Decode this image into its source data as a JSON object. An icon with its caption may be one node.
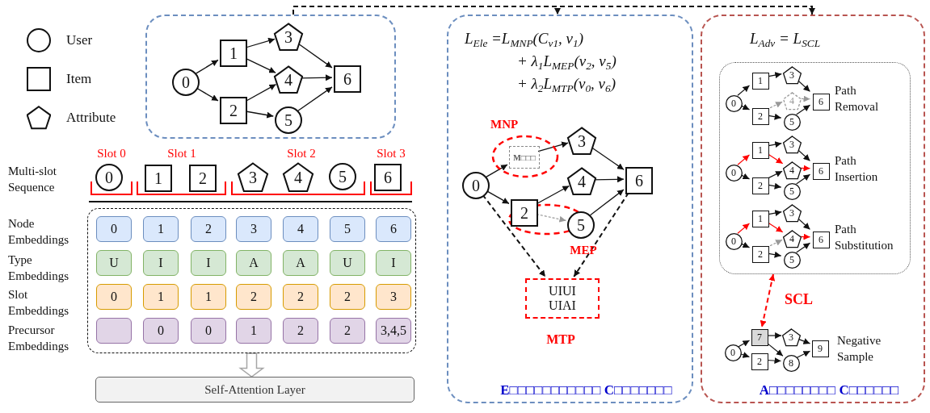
{
  "diagram": {
    "nodes": [
      {
        "text": [],
        "shape": "box"
      },
      {
        "text": [
          "0"
        ],
        "in": 0
      },
      {
        "text": [
          "1"
        ],
        "in": 0
      },
      {
        "text": [
          "2"
        ],
        "in": 0
      },
      {
        "text": [
          "3"
        ],
        "in": 0
      },
      {
        "text": [
          "4"
        ],
        "in": 0
      },
      {
        "text": [
          "5"
        ],
        "in": 0
      },
      {
        "text": [
          "6"
        ],
        "in": 0
      },
      {
        "text": [
          "E□□□□□□□□□□□ C□□□□□□□"
        ]
      },
      {
        "text": [
          "MNP"
        ],
        "in": 8
      },
      {
        "text": [
          "M□□□"
        ],
        "in": 9
      },
      {
        "text": [
          "0"
        ],
        "in": 8
      },
      {
        "text": [
          "3"
        ],
        "in": 8
      },
      {
        "text": [
          "2"
        ],
        "in": 8
      },
      {
        "text": [
          "4"
        ],
        "in": 8
      },
      {
        "text": [
          "5"
        ],
        "in": 8
      },
      {
        "text": [
          "6"
        ],
        "in": 8
      },
      {
        "text": [
          "MEP"
        ],
        "in": 8
      },
      {
        "text": [
          "UIUI UIAI"
        ],
        "beside": [
          "MTP"
        ],
        "in": 8
      },
      {
        "text": [
          "A□□□□□□□□ C□□□□□□"
        ]
      },
      {
        "text": [],
        "shape": "box",
        "in": 19
      },
      {
        "text": [
          "0"
        ],
        "in": 20
      },
      {
        "text": [
          "1"
        ],
        "in": 20
      },
      {
        "text": [
          "2"
        ],
        "in": 20
      },
      {
        "text": [
          "3"
        ],
        "in": 20
      },
      {
        "text": [
          "4"
        ],
        "in": 20
      },
      {
        "text": [
          "5"
        ],
        "in": 20
      },
      {
        "text": [
          "6"
        ],
        "in": 20
      },
      {
        "text": [
          "0"
        ],
        "in": 20
      },
      {
        "text": [
          "1"
        ],
        "in": 20
      },
      {
        "text": [
          "2"
        ],
        "in": 20
      },
      {
        "text": [
          "3"
        ],
        "in": 20
      },
      {
        "text": [
          "4"
        ],
        "in": 20
      },
      {
        "text": [
          "5"
        ],
        "in": 20
      },
      {
        "text": [
          "6"
        ],
        "in": 20
      },
      {
        "text": [
          "0"
        ],
        "in": 20
      },
      {
        "text": [
          "1"
        ],
        "in": 20
      },
      {
        "text": [
          "2"
        ],
        "in": 20
      },
      {
        "text": [
          "3"
        ],
        "in": 20
      },
      {
        "text": [
          "4"
        ],
        "in": 20
      },
      {
        "text": [
          "5"
        ],
        "in": 20
      },
      {
        "text": [
          "6"
        ],
        "in": 20
      },
      {
        "text": [
          "0"
        ],
        "in": 19
      },
      {
        "text": [
          "7"
        ],
        "in": 19
      },
      {
        "text": [
          "2"
        ],
        "in": 19
      },
      {
        "text": [
          "3"
        ],
        "in": 19
      },
      {
        "text": [
          "8"
        ],
        "in": 19
      },
      {
        "text": [
          "9"
        ],
        "in": 19
      },
      {
        "text": [
          "0"
        ]
      },
      {
        "text": [
          "1"
        ]
      },
      {
        "text": [
          "2"
        ]
      },
      {
        "text": [
          "3"
        ]
      },
      {
        "text": [
          "4"
        ]
      },
      {
        "text": [
          "5"
        ]
      },
      {
        "text": [
          "6"
        ]
      },
      {
        "text": [],
        "shape": "box"
      },
      {
        "text": [
          "0"
        ],
        "in": 55
      },
      {
        "text": [
          "1"
        ],
        "in": 55
      },
      {
        "text": [
          "2"
        ],
        "in": 55
      },
      {
        "text": [
          "3"
        ],
        "in": 55
      },
      {
        "text": [
          "4"
        ],
        "in": 55
      },
      {
        "text": [
          "5"
        ],
        "in": 55
      },
      {
        "text": [
          "6"
        ],
        "in": 55
      },
      {
        "text": [
          "U"
        ],
        "in": 55
      },
      {
        "text": [
          "I"
        ],
        "in": 55
      },
      {
        "text": [
          "I"
        ],
        "in": 55
      },
      {
        "text": [
          "A"
        ],
        "in": 55
      },
      {
        "text": [
          "A"
        ],
        "in": 55
      },
      {
        "text": [
          "U"
        ],
        "in": 55
      },
      {
        "text": [
          "I"
        ],
        "in": 55
      },
      {
        "text": [
          "0"
        ],
        "in": 55
      },
      {
        "text": [
          "1"
        ],
        "in": 55
      },
      {
        "text": [
          "1"
        ],
        "in": 55
      },
      {
        "text": [
          "2"
        ],
        "in": 55
      },
      {
        "text": [
          "2"
        ],
        "in": 55
      },
      {
        "text": [
          "2"
        ],
        "in": 55
      },
      {
        "text": [
          "3"
        ],
        "in": 55
      },
      {
        "text": [],
        "shape": "box",
        "in": 55
      },
      {
        "text": [
          "0"
        ],
        "in": 55
      },
      {
        "text": [
          "0"
        ],
        "in": 55
      },
      {
        "text": [
          "1"
        ],
        "in": 55
      },
      {
        "text": [
          "2"
        ],
        "in": 55
      },
      {
        "text": [
          "2"
        ],
        "in": 55
      },
      {
        "text": [
          "3,4,5"
        ],
        "in": 55
      },
      {
        "text": [
          "Self-Attention Layer"
        ]
      }
    ],
    "edges": [
      {
        "from": 0,
        "to": 8,
        "arrow": "to",
        "style": "dashed"
      },
      {
        "from": 0,
        "to": 19,
        "arrow": "to",
        "style": "dashed"
      },
      {
        "from": 1,
        "to": 2,
        "arrow": "to"
      },
      {
        "from": 1,
        "to": 3,
        "arrow": "to"
      },
      {
        "from": 2,
        "to": 4,
        "arrow": "to"
      },
      {
        "from": 2,
        "to": 5,
        "arrow": "to"
      },
      {
        "from": 3,
        "to": 5,
        "arrow": "to"
      },
      {
        "from": 3,
        "to": 6,
        "arrow": "to"
      },
      {
        "from": 4,
        "to": 7,
        "arrow": "to"
      },
      {
        "from": 5,
        "to": 7,
        "arrow": "to"
      },
      {
        "from": 6,
        "to": 7,
        "arrow": "to"
      },
      {
        "from": 11,
        "to": 10,
        "arrow": "to"
      },
      {
        "from": 11,
        "to": 13,
        "arrow": "to"
      },
      {
        "from": 10,
        "to": 12,
        "arrow": "to"
      },
      {
        "from": 13,
        "to": 14,
        "arrow": "to"
      },
      {
        "from": 13,
        "to": 15,
        "arrow": "to",
        "style": "dashed",
        "color": "#999999"
      },
      {
        "from": 12,
        "to": 16,
        "arrow": "to"
      },
      {
        "from": 14,
        "to": 16,
        "arrow": "to"
      },
      {
        "from": 15,
        "to": 16,
        "arrow": "to"
      },
      {
        "from": 11,
        "to": 18,
        "arrow": "to",
        "style": "dashed"
      },
      {
        "from": 16,
        "to": 18,
        "arrow": "to",
        "style": "dashed"
      },
      {
        "from": 21,
        "to": 22,
        "arrow": "to"
      },
      {
        "from": 21,
        "to": 23,
        "arrow": "to"
      },
      {
        "from": 22,
        "to": 24,
        "arrow": "to"
      },
      {
        "from": 24,
        "to": 27,
        "arrow": "to"
      },
      {
        "from": 23,
        "to": 25,
        "arrow": "to",
        "style": "dashed",
        "color": "#999999"
      },
      {
        "from": 25,
        "to": 27,
        "arrow": "to",
        "style": "dashed",
        "color": "#999999"
      },
      {
        "from": 23,
        "to": 26,
        "arrow": "to"
      },
      {
        "from": 26,
        "to": 27,
        "arrow": "to"
      },
      {
        "from": 28,
        "to": 29,
        "arrow": "to",
        "color": "#ff0000"
      },
      {
        "from": 28,
        "to": 30,
        "arrow": "to"
      },
      {
        "from": 29,
        "to": 31,
        "arrow": "to"
      },
      {
        "from": 29,
        "to": 32,
        "arrow": "to",
        "color": "#ff0000"
      },
      {
        "from": 30,
        "to": 32,
        "arrow": "to"
      },
      {
        "from": 30,
        "to": 33,
        "arrow": "to"
      },
      {
        "from": 31,
        "to": 34,
        "arrow": "to"
      },
      {
        "from": 32,
        "to": 34,
        "arrow": "to",
        "color": "#ff0000"
      },
      {
        "from": 33,
        "to": 34,
        "arrow": "to"
      },
      {
        "from": 35,
        "to": 36,
        "arrow": "to",
        "color": "#ff0000"
      },
      {
        "from": 35,
        "to": 37,
        "arrow": "to"
      },
      {
        "from": 36,
        "to": 38,
        "arrow": "to"
      },
      {
        "from": 36,
        "to": 39,
        "arrow": "to",
        "color": "#ff0000"
      },
      {
        "from": 37,
        "to": 39,
        "arrow": "to",
        "style": "dashed",
        "color": "#999999"
      },
      {
        "from": 37,
        "to": 40,
        "arrow": "to"
      },
      {
        "from": 38,
        "to": 41,
        "arrow": "to"
      },
      {
        "from": 39,
        "to": 41,
        "arrow": "to",
        "color": "#ff0000"
      },
      {
        "from": 40,
        "to": 41,
        "arrow": "to"
      },
      {
        "from": 42,
        "to": 43,
        "arrow": "to"
      },
      {
        "from": 42,
        "to": 44,
        "arrow": "to"
      },
      {
        "from": 43,
        "to": 45,
        "arrow": "to"
      },
      {
        "from": 43,
        "to": 46,
        "arrow": "to"
      },
      {
        "from": 44,
        "to": 46,
        "arrow": "to"
      },
      {
        "from": 45,
        "to": 47,
        "arrow": "to"
      },
      {
        "from": 46,
        "to": 47,
        "arrow": "to"
      },
      {
        "from": 20,
        "to": 43,
        "arrow": "both",
        "style": "dashed",
        "color": "#ff0000",
        "label": "SCL"
      },
      {
        "from": 55,
        "to": 84,
        "arrow": "to",
        "style": "thick",
        "color": "#a6a6a6"
      }
    ],
    "labels": [
      "L$_{Ele}$ =L$_{MNP}$(C$_{v1}$, v$_{1}$)",
      "+ λ$_{1}$L$_{MEP}$(v$_{2}$, v$_{5}$)",
      "+ λ$_{2}$L$_{MTP}$(v$_{0}$, v$_{6}$)",
      "L$_{Adv}$ = L$_{SCL}$",
      "Slot 0",
      "Slot 1",
      "Slot 2",
      "Slot 3",
      "Multi-slot Sequence",
      "Node Embeddings",
      "Type Embeddings",
      "Slot Embeddings",
      "Precursor Embeddings",
      "Path Removal",
      "Path Insertion",
      "Path Substitution",
      "Negative Sample"
    ],
    "legend": [
      {
        "text": "User"
      },
      {
        "text": "Item"
      },
      {
        "text": "Attribute"
      }
    ]
  }
}
